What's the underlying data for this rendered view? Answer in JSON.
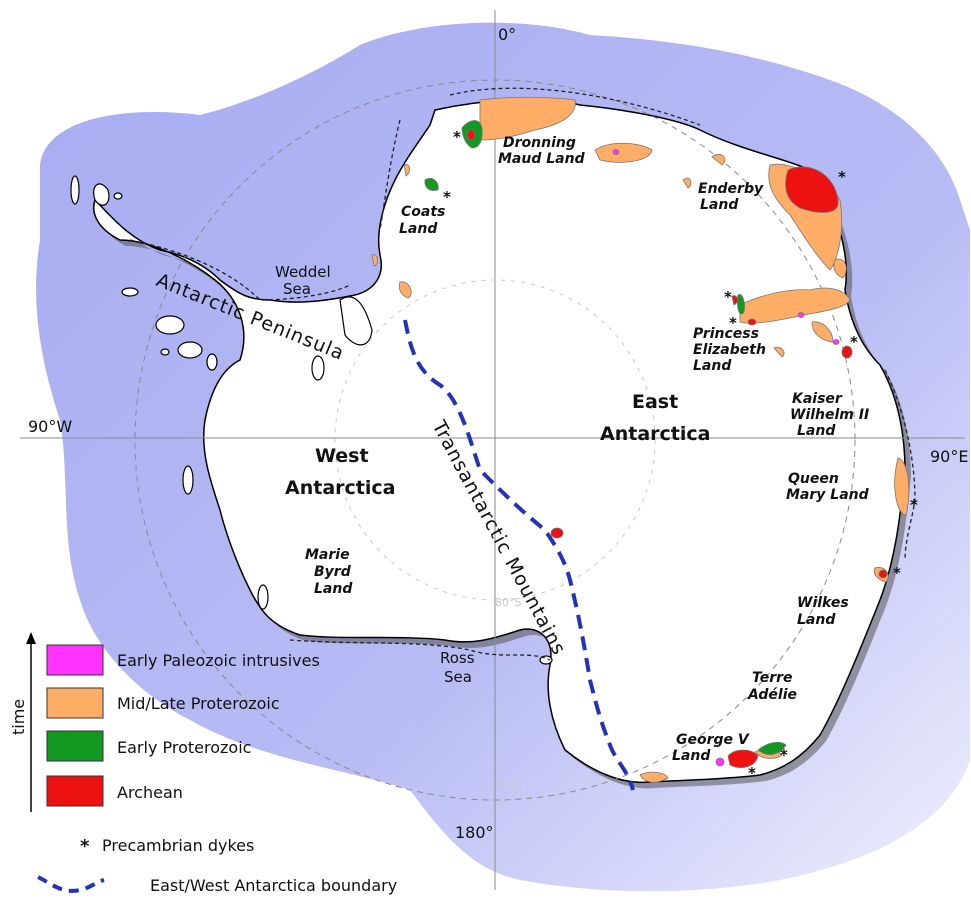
{
  "coordinates": {
    "north": "0°",
    "west": "90°W",
    "east": "90°E",
    "south": "180°"
  },
  "latitudes": {
    "lat80": "80°S",
    "lat70": "70°S"
  },
  "regions": {
    "east_antarctica": [
      "East",
      "Antarctica"
    ],
    "west_antarctica": [
      "West",
      "Antarctica"
    ],
    "antarctic_peninsula": "Antarctic Peninsula",
    "transantarctic_mountains": "Transantarctic Mountains"
  },
  "place_labels": {
    "dronning_maud_land": [
      "Dronning",
      "Maud Land"
    ],
    "coats_land": [
      "Coats",
      "Land"
    ],
    "enderby_land": [
      "Enderby",
      "Land"
    ],
    "weddel_sea": [
      "Weddel",
      "Sea"
    ],
    "princess_elizabeth_land": [
      "Princess",
      "Elizabeth",
      "Land"
    ],
    "kaiser_wilhelm_land": [
      "Kaiser",
      "Wilhelm II",
      "Land"
    ],
    "queen_mary_land": [
      "Queen",
      "Mary Land"
    ],
    "wilkes_land": [
      "Wilkes",
      "Land"
    ],
    "terre_adelie": [
      "Terre",
      "Adélie"
    ],
    "george_v_land": [
      "George V",
      "Land"
    ],
    "marie_byrd_land": [
      "Marie",
      "Byrd",
      "Land"
    ],
    "ross_sea": [
      "Ross",
      "Sea"
    ]
  },
  "legend": {
    "axis_label": "time",
    "items": [
      {
        "label": "Early Paleozoic intrusives",
        "color": "#ff33ff"
      },
      {
        "label": "Mid/Late Proterozoic",
        "color": "#ffad66"
      },
      {
        "label": "Early Proterozoic",
        "color": "#119922"
      },
      {
        "label": "Archean",
        "color": "#ee1111"
      }
    ],
    "dykes_label": "Precambrian dykes",
    "boundary_label": "East/West Antarctica boundary"
  },
  "colors": {
    "shelf": "#a9aef2",
    "land": "#ffffff",
    "boundary": "#2233bb",
    "grid": "#8a8a8a"
  }
}
